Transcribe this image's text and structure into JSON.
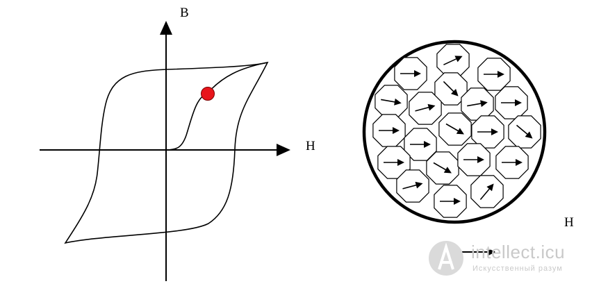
{
  "hysteresis": {
    "y_axis_label": "B",
    "x_axis_label": "H",
    "operating_point_color": "#e8151b"
  },
  "domains": {
    "field_label": "H"
  },
  "watermark": {
    "brand": "intellect.icu",
    "tagline": "Искусственный разум"
  }
}
